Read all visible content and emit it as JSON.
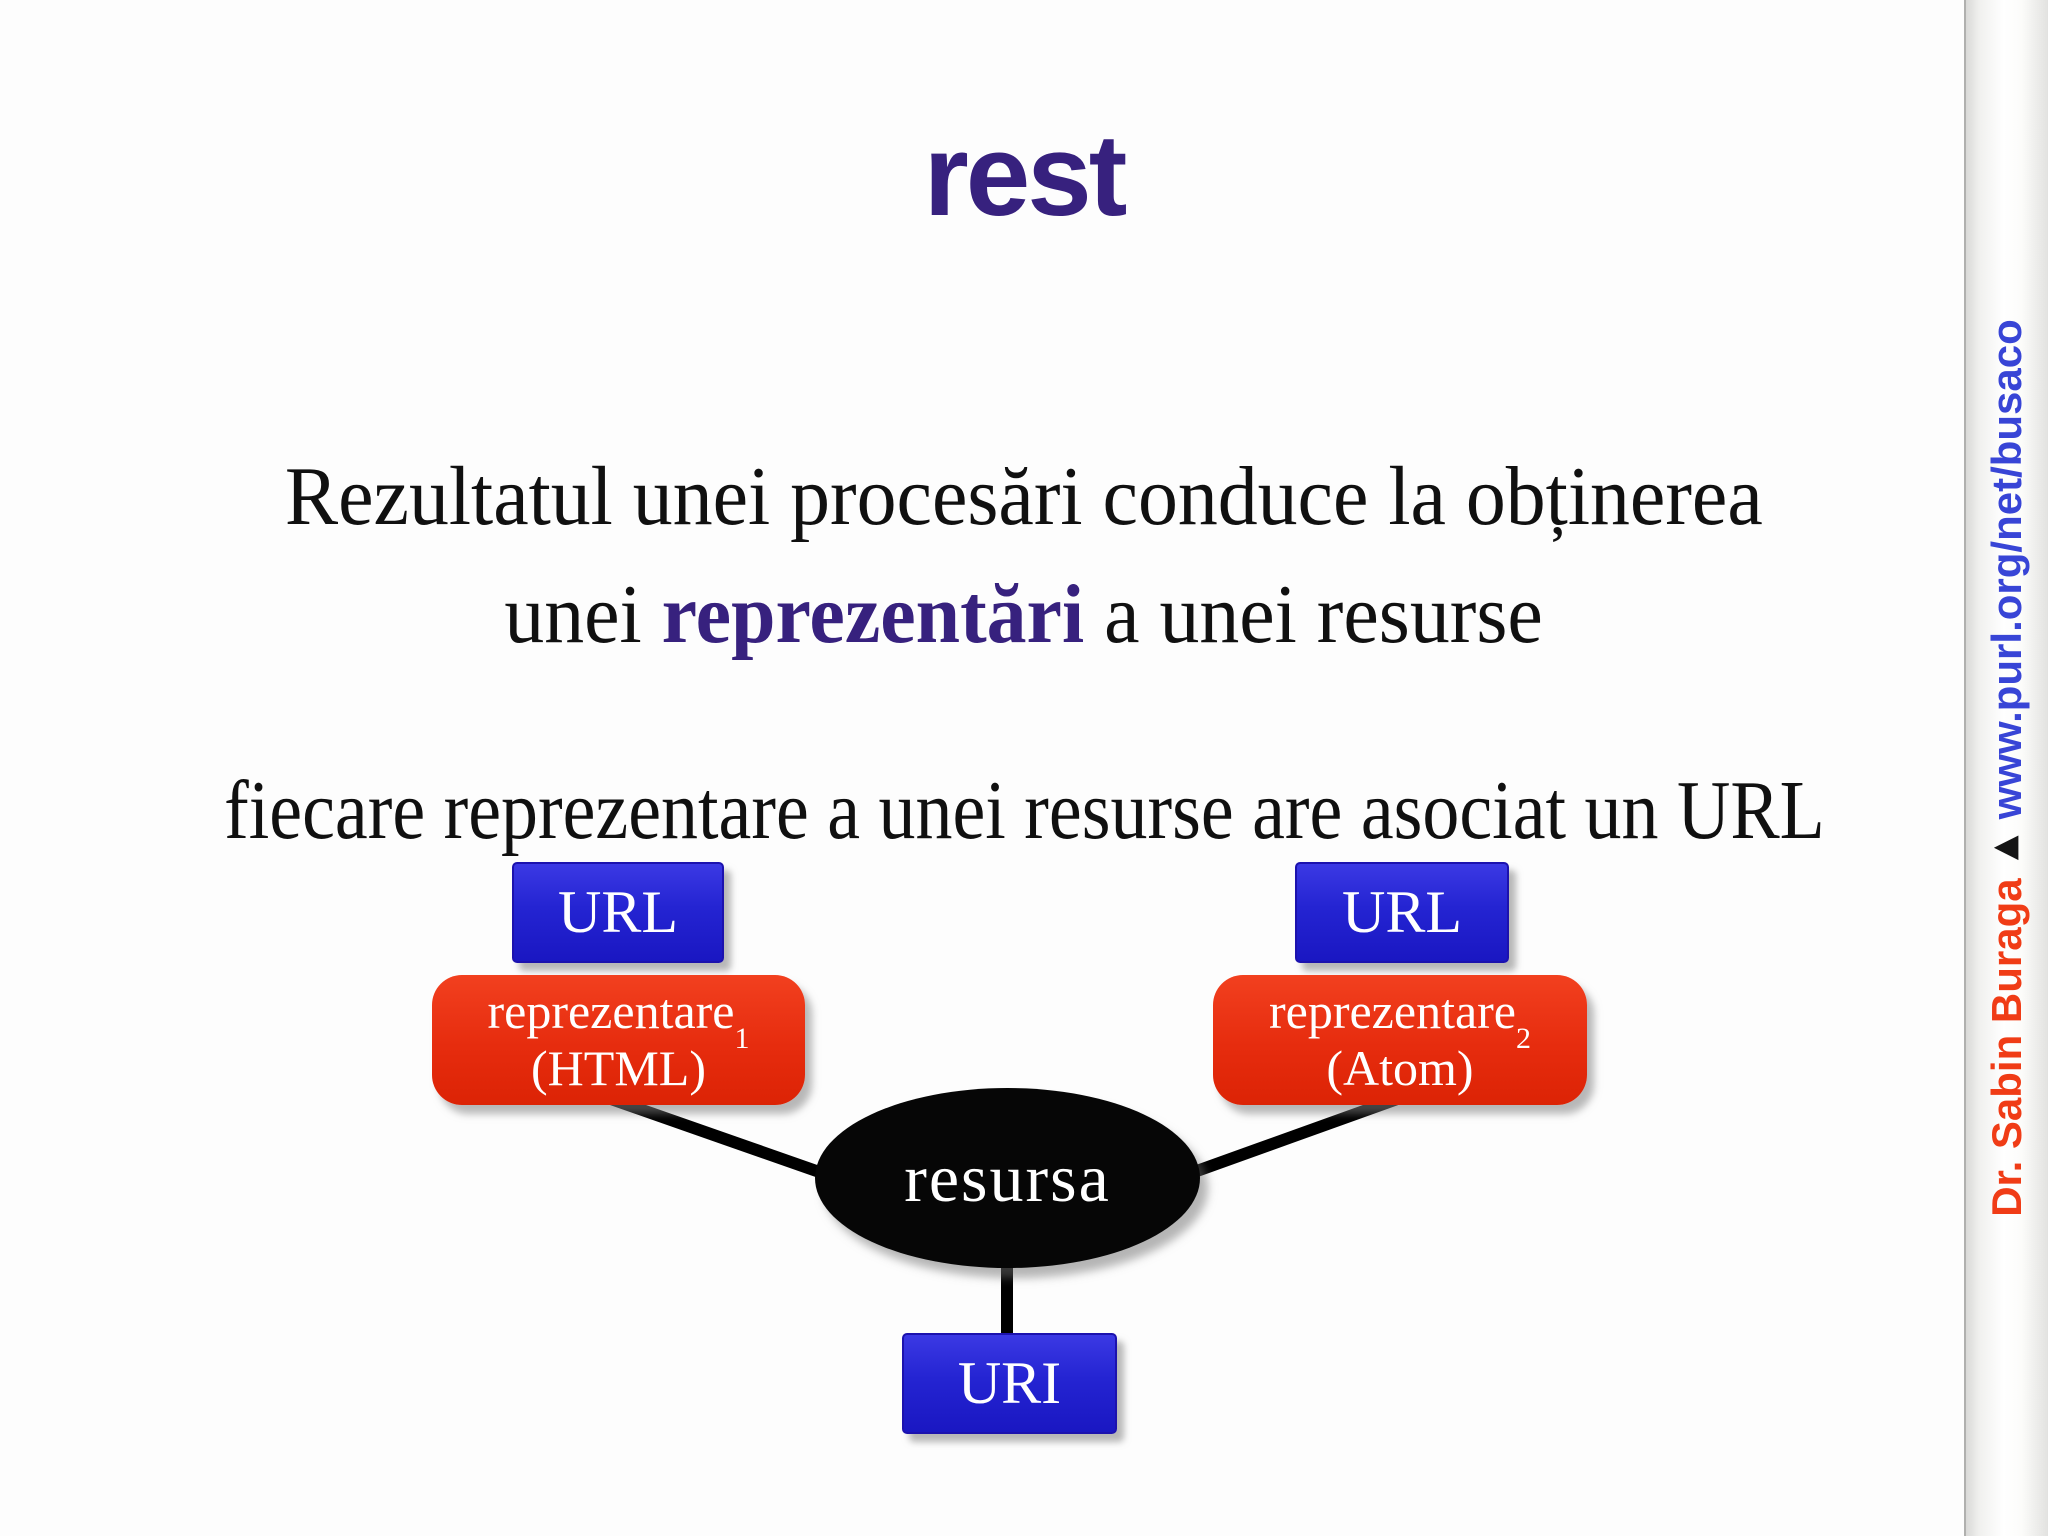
{
  "slide": {
    "title": "rest",
    "paragraph": {
      "line1": "Rezultatul unei procesări conduce la obținerea",
      "line2_pre": "unei ",
      "line2_bold": "reprezentări",
      "line2_post": " a unei resurse"
    },
    "subheading": "fiecare reprezentare a unei resurse are asociat un URL"
  },
  "diagram": {
    "left_url_label": "URL",
    "right_url_label": "URL",
    "uri_label": "URI",
    "rep1": {
      "name": "reprezentare",
      "sub": "1",
      "format": "(HTML)"
    },
    "rep2": {
      "name": "reprezentare",
      "sub": "2",
      "format": "(Atom)"
    },
    "resource_label": "resursa"
  },
  "sidebar": {
    "author": "Dr. Sabin Buraga",
    "separator": "▶",
    "site": "www.purl.org/net/busaco"
  },
  "colors": {
    "title_purple": "#37217e",
    "bold_accent_purple": "#37217e",
    "blue_box": "#2424d2",
    "red_box": "#e62c0e",
    "author_red": "#f03c16",
    "site_blue": "#3845d6",
    "connector_black": "#000000",
    "sidebar_gray": "#e2e2e0"
  }
}
